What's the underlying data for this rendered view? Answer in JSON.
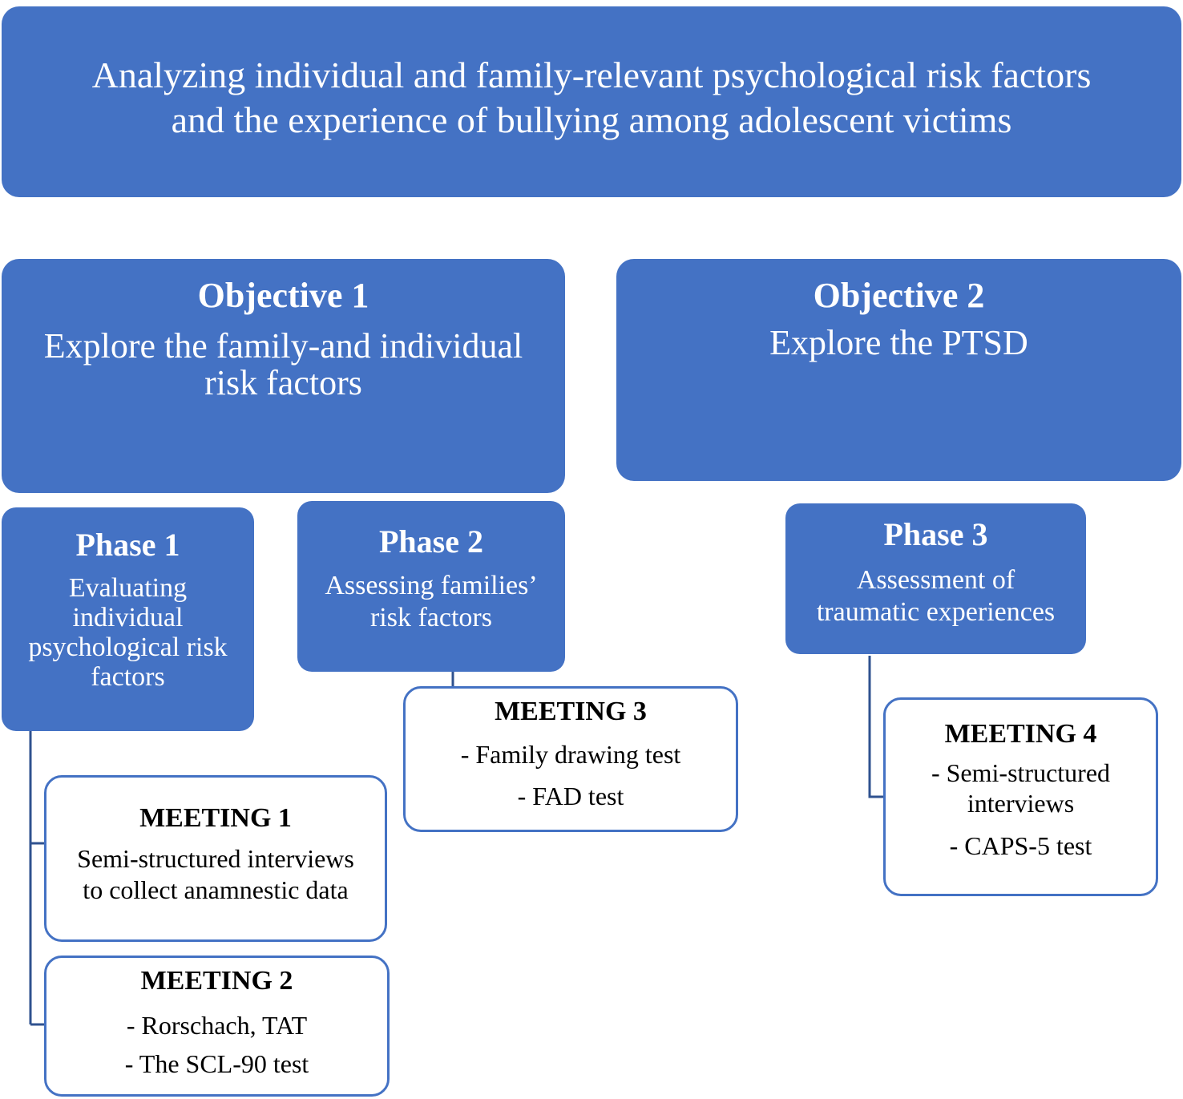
{
  "header": {
    "line1": "Analyzing individual and family-relevant psychological risk factors",
    "line2": "and the experience of bullying among adolescent victims"
  },
  "objective1": {
    "title": "Objective 1",
    "line1": "Explore the family-and individual",
    "line2": "risk factors"
  },
  "objective2": {
    "title": "Objective 2",
    "line1": "Explore the PTSD"
  },
  "phase1": {
    "title": "Phase 1",
    "lines": [
      "Evaluating",
      "individual",
      "psychological risk",
      "factors"
    ]
  },
  "phase2": {
    "title": "Phase 2",
    "lines": [
      "Assessing families’",
      "risk factors"
    ]
  },
  "phase3": {
    "title": "Phase 3",
    "lines": [
      "Assessment of",
      "traumatic experiences"
    ]
  },
  "meeting1": {
    "title": "MEETING 1",
    "lines": [
      "Semi-structured interviews",
      "to collect anamnestic data"
    ]
  },
  "meeting2": {
    "title": "MEETING 2",
    "lines": [
      "- Rorschach, TAT",
      "- The SCL-90 test"
    ]
  },
  "meeting3": {
    "title": "MEETING 3",
    "lines": [
      "- Family drawing test",
      "- FAD test"
    ]
  },
  "meeting4": {
    "title": "MEETING 4",
    "lines": [
      "- Semi-structured",
      "interviews",
      "- CAPS-5 test"
    ]
  },
  "colors": {
    "box_fill": "#4472c4",
    "connector": "#2f528f",
    "text_on_blue": "#ffffff",
    "text_on_white": "#000000"
  }
}
